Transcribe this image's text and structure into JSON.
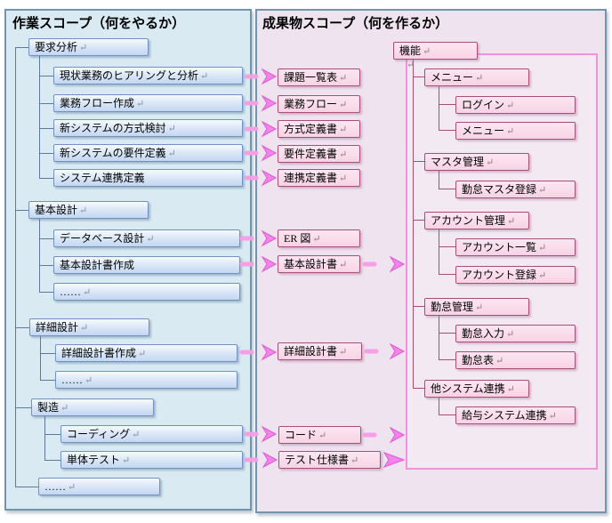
{
  "left_panel": {
    "title": "作業スコープ（何をやるか）",
    "groups": [
      {
        "parent": {
          "label": "要求分析",
          "mark": "↵"
        },
        "children": [
          {
            "label": "現状業務のヒアリングと分析",
            "mark": "↵"
          },
          {
            "label": "業務フロー作成",
            "mark": "↵"
          },
          {
            "label": "新システムの方式検討",
            "mark": "↵"
          },
          {
            "label": "新システムの要件定義",
            "mark": "↵"
          },
          {
            "label": "システム連携定義",
            "mark": ""
          }
        ]
      },
      {
        "parent": {
          "label": "基本設計",
          "mark": "↵"
        },
        "children": [
          {
            "label": "データベース設計",
            "mark": "↵"
          },
          {
            "label": "基本設計書作成",
            "mark": ""
          },
          {
            "label": "……",
            "mark": "↵"
          }
        ]
      },
      {
        "parent": {
          "label": "詳細設計",
          "mark": "↵"
        },
        "children": [
          {
            "label": "詳細設計書作成",
            "mark": "↵"
          },
          {
            "label": "……",
            "mark": "↵"
          }
        ]
      },
      {
        "parent": {
          "label": "製造",
          "mark": "↵"
        },
        "children": [
          {
            "label": "コーディング",
            "mark": "↵"
          },
          {
            "label": "単体テスト",
            "mark": "↵"
          }
        ]
      }
    ],
    "trailer": {
      "label": "……",
      "mark": "↵"
    }
  },
  "right_panel": {
    "title": "成果物スコープ（何を作るか）",
    "deliverables": [
      {
        "label": "課題一覧表",
        "mark": "↵"
      },
      {
        "label": "業務フロー",
        "mark": "↵"
      },
      {
        "label": "方式定義書",
        "mark": "↵"
      },
      {
        "label": "要件定義書",
        "mark": "↵"
      },
      {
        "label": "連携定義書",
        "mark": "↵"
      },
      {
        "label": "ER 図",
        "mark": "↵"
      },
      {
        "label": "基本設計書",
        "mark": "↵"
      },
      {
        "label": "詳細設計書",
        "mark": "↵"
      },
      {
        "label": "コード",
        "mark": "↵"
      },
      {
        "label": "テスト仕様書",
        "mark": "↵"
      }
    ],
    "feature_tree": {
      "root": {
        "label": "機能",
        "mark": "↵"
      },
      "stray_mark": "↵",
      "groups": [
        {
          "parent": {
            "label": "メニュー",
            "mark": "↵"
          },
          "children": [
            {
              "label": "ログイン",
              "mark": "↵"
            },
            {
              "label": "メニュー",
              "mark": "↵"
            }
          ]
        },
        {
          "parent": {
            "label": "マスタ管理",
            "mark": "↵"
          },
          "children": [
            {
              "label": "勤怠マスタ登録",
              "mark": "↵"
            }
          ]
        },
        {
          "parent": {
            "label": "アカウント管理",
            "mark": "↵"
          },
          "children": [
            {
              "label": "アカウント一覧",
              "mark": "↵"
            },
            {
              "label": "アカウント登録",
              "mark": "↵"
            }
          ]
        },
        {
          "parent": {
            "label": "勤怠管理",
            "mark": "↵"
          },
          "children": [
            {
              "label": "勤怠入力",
              "mark": "↵"
            },
            {
              "label": "勤怠表",
              "mark": "↵"
            }
          ]
        },
        {
          "parent": {
            "label": "他システム連携",
            "mark": "↵"
          },
          "children": [
            {
              "label": "給与システム連携",
              "mark": "↵"
            }
          ]
        }
      ]
    }
  },
  "colors": {
    "left_panel_bg": "#d9eaf2",
    "right_panel_bg": "#efe3f0",
    "panel_border": "#7095ac",
    "task_box_border": "#7191c2",
    "deliverable_box_border": "#a84f78",
    "connector_left": "#5c7a99",
    "connector_right": "#a84f78",
    "arrow_fill": "#f583ee",
    "arrow_edge": "#da5cd0",
    "feature_frame_border": "#ee93dc"
  }
}
